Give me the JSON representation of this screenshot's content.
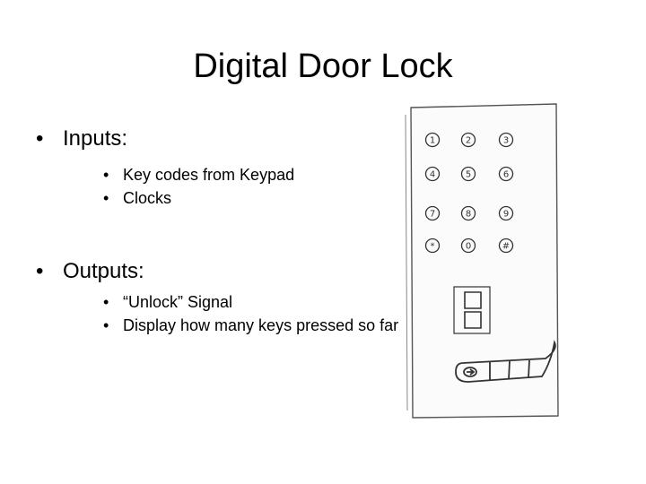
{
  "slide": {
    "title": "Digital Door Lock",
    "inputs": {
      "heading": "Inputs:",
      "items": [
        "Key codes from Keypad",
        "Clocks"
      ]
    },
    "outputs": {
      "heading": "Outputs:",
      "items": [
        "“Unlock” Signal",
        "Display how many keys pressed so far"
      ]
    }
  },
  "keypad_sketch": {
    "keys": [
      "1",
      "2",
      "3",
      "4",
      "5",
      "6",
      "7",
      "8",
      "9",
      "*",
      "0",
      "#"
    ]
  }
}
